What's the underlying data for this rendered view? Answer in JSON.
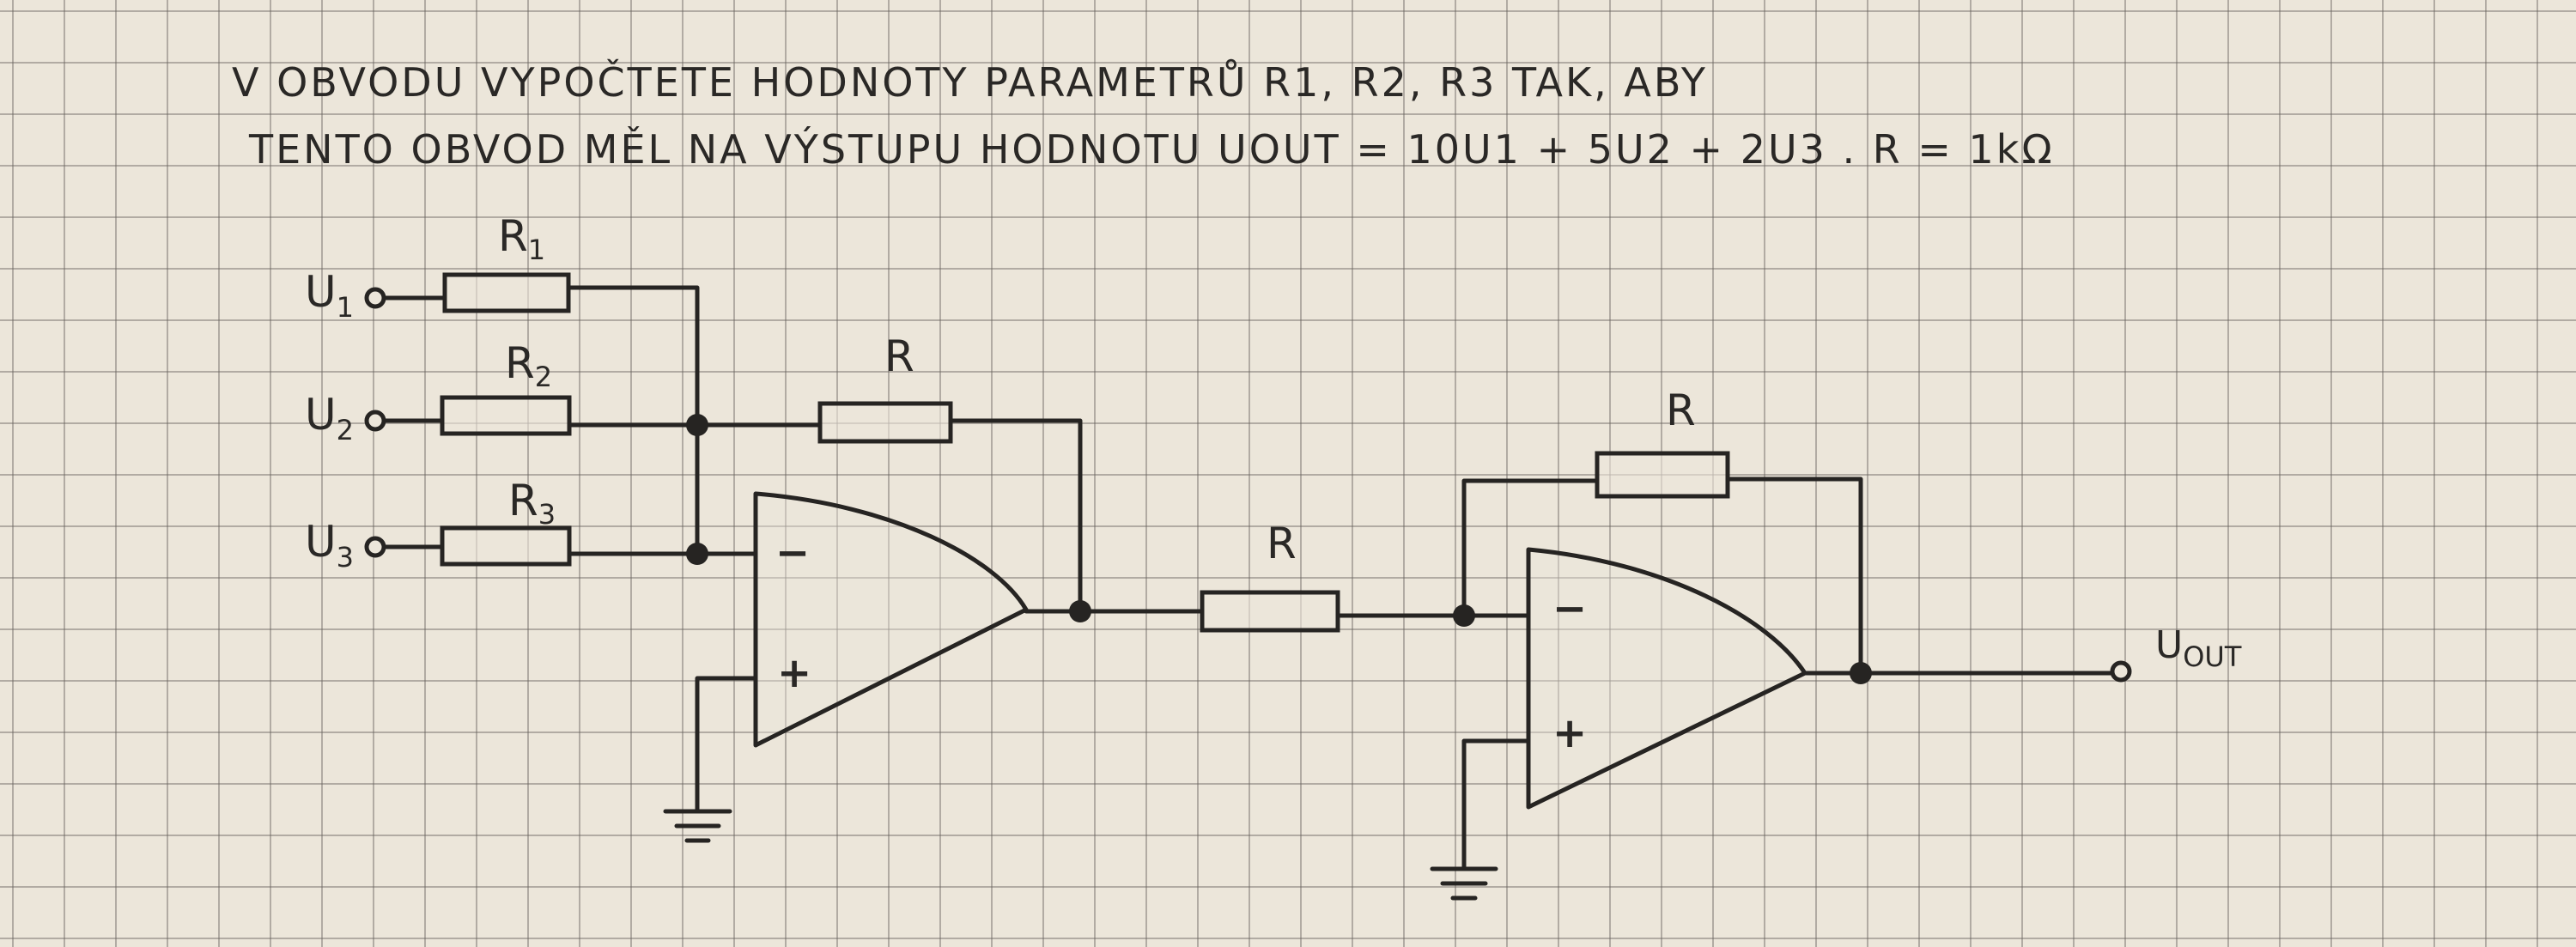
{
  "problem": {
    "line1": "V OBVODU VYPOČTETE HODNOTY PARAMETRŮ R1, R2, R3 TAK, ABY",
    "line2": "TENTO OBVOD MĚL NA VÝSTUPU HODNOTU UOUT = 10U1 + 5U2 + 2U3 . R = 1kΩ"
  },
  "circuit": {
    "inputs": [
      {
        "label": "U",
        "sub": "1",
        "resistor": "R",
        "resistor_sub": "1"
      },
      {
        "label": "U",
        "sub": "2",
        "resistor": "R",
        "resistor_sub": "2"
      },
      {
        "label": "U",
        "sub": "3",
        "resistor": "R",
        "resistor_sub": "3"
      }
    ],
    "feedback1": "R",
    "coupling": "R",
    "feedback2": "R",
    "opamp_minus": "−",
    "opamp_plus": "+",
    "output": {
      "label": "U",
      "sub": "OUT"
    }
  },
  "colors": {
    "ink": "#262422",
    "paper": "#ece6da",
    "grid": "#69645f"
  }
}
